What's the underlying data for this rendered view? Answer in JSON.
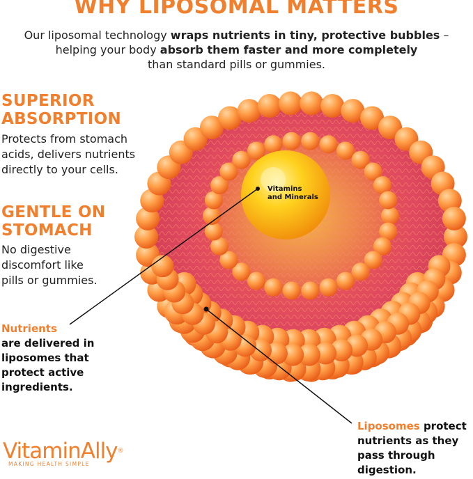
{
  "header": {
    "title": "WHY LIPOSOMAL MATTERS",
    "intro": {
      "line1_pre": "Our liposomal technology ",
      "line1_bold": "wraps nutrients in tiny, protective bubbles",
      "line1_post": " –",
      "line2_pre": "helping your body ",
      "line2_bold": "absorb them faster and more completely",
      "line3": "than standard pills or gummies."
    }
  },
  "features": [
    {
      "heading_line1": "SUPERIOR",
      "heading_line2": "ABSORPTION",
      "body_line1": "Protects from stomach",
      "body_line2": "acids, delivers nutrients",
      "body_line3": "directly to your cells."
    },
    {
      "heading_line1": "GENTLE ON",
      "heading_line2": "STOMACH",
      "body_line1": "No digestive",
      "body_line2": "discomfort like",
      "body_line3": "pills or gummies."
    }
  ],
  "callouts": {
    "core_label_line1": "Vitamins",
    "core_label_line2": "and Minerals",
    "nutrients": {
      "accent": "Nutrients",
      "line1": "are delivered in",
      "line2": "liposomes that",
      "line3": "protect active",
      "line4": "ingredients."
    },
    "liposomes": {
      "accent": "Liposomes",
      "line1_post": " protect",
      "line2": "nutrients as they",
      "line3": "pass through",
      "line4": "digestion."
    }
  },
  "logo": {
    "brand": "VitaminAlly",
    "registered": "®",
    "tagline": "MAKING HEALTH SIMPLE"
  },
  "colors": {
    "accent": "#f07f2e",
    "bead_light": "#ffb36b",
    "bead_dark": "#f26a1f",
    "membrane": "#e0495f",
    "core": "#ffd21f"
  }
}
